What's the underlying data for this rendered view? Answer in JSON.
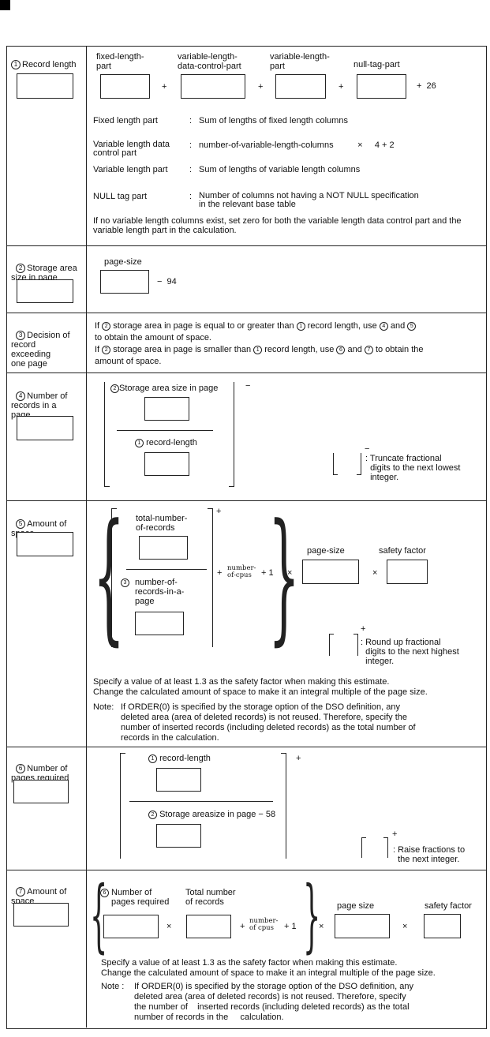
{
  "sections": {
    "s1": {
      "num": "1",
      "label": "Record length",
      "parts": [
        "fixed-length-\npart",
        "variable-length-\ndata-control-part",
        "variable-length-\npart",
        "null-tag-part"
      ],
      "plus": "+",
      "const": "+  26",
      "defs": [
        {
          "term": "Fixed length part",
          "desc": "Sum of lengths of fixed length columns"
        },
        {
          "term": "Variable length data\ncontrol part",
          "desc": "number-of-variable-length-columns          ×     4 + 2"
        },
        {
          "term": "Variable length part",
          "desc": "Sum of lengths of variable length columns"
        },
        {
          "term": "NULL tag part",
          "desc": "Number of columns not having a NOT NULL specification\nin the relevant base table"
        }
      ],
      "note": "If no variable length columns exist, set zero for both the variable length data control part and the variable length part in the calculation."
    },
    "s2": {
      "num": "2",
      "label": "Storage area\nsize in page",
      "var": "page-size",
      "minus": "−  94"
    },
    "s3": {
      "num": "3",
      "label": "Decision of\nrecord\nexceeding\none page",
      "line1a": "If",
      "line1b": "storage area in page is equal to or greater than",
      "line1c": "record length, use",
      "line1d": "and",
      "line2": "to obtain the amount of space.",
      "line3a": "If",
      "line3b": "storage area in page is smaller than",
      "line3c": "record length, use",
      "line3d": "and",
      "line3e": "to obtain the",
      "line4": "amount of space."
    },
    "s4": {
      "num": "4",
      "label": "Number of\nrecords in a\npage",
      "num_label": "Storage area size in page",
      "den_label": "record-length",
      "floor_sign": "−",
      "floor_note": ": Truncate fractional\n  digits to the next lowest\n  integer.",
      "floor_bar": "−"
    },
    "s5": {
      "num": "5",
      "label": "Amount of\nspace",
      "num_label": "total-number-\nof-records",
      "den_label": "number-of-\nrecords-in-a-\npage",
      "ceil_sign": "+",
      "cpus": "number-\nof-cpus",
      "plus": "+",
      "plus1": "+ 1",
      "times": "×",
      "page_size": "page-size",
      "safety": "safety factor",
      "ceil_note": ": Round up fractional\n  digits to the next highest\n  integer.",
      "ceil_bar": "+",
      "spec1": "Specify a value of at least 1.3 as the safety factor when making this estimate.",
      "spec2": "Change the calculated amount of space to make it an integral multiple of the page size.",
      "note_label": "Note:",
      "note1": "If ORDER(0) is specified by the storage option of the DSO definition, any",
      "note2": "deleted area (area of deleted records) is not reused.  Therefore, specify the",
      "note3": "number of inserted records (including deleted records) as the total number of",
      "note4": "records in the calculation."
    },
    "s6": {
      "num": "6",
      "label": "Number of\npages required",
      "num_label": "record-length",
      "den_label": "Storage areasize in page − 58",
      "ceil_sign": "+",
      "ceil_note": ": Raise fractions to\n  the next integer.",
      "ceil_bar": "+"
    },
    "s7": {
      "num": "7",
      "label": "Amount of\nspace",
      "a_label": "Number of\npages required",
      "b_label": "Total number\nof records",
      "cpus": "number-\nof cpus",
      "plus": "+",
      "plus1": "+ 1",
      "times": "×",
      "page_size": "page size",
      "safety": "safety factor",
      "spec1": "Specify a value of at least 1.3 as the safety factor when making this estimate.",
      "spec2": "Change the calculated amount of space to make it an integral multiple of the page size.",
      "note_label": "Note :",
      "note1": "If ORDER(0) is specified by the storage option of the DSO definition, any",
      "note2": "deleted area (area of deleted records) is not reused.  Therefore, specify",
      "note3": "the number of    inserted records (including deleted records) as the total",
      "note4": "number of records in the     calculation."
    }
  }
}
